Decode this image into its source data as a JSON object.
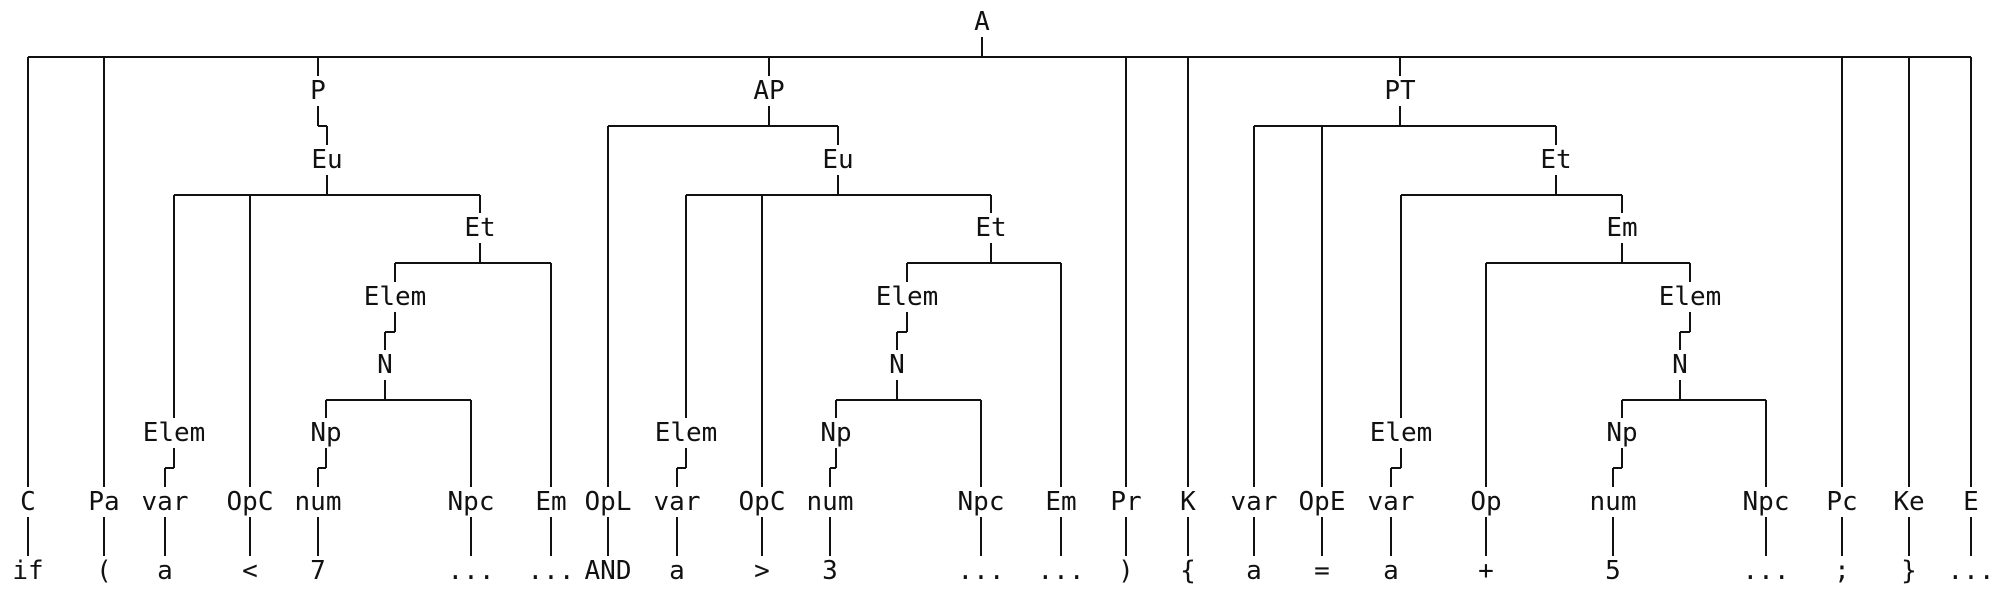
{
  "diagram": {
    "nodes": [
      {
        "id": "A",
        "label": "A"
      },
      {
        "id": "C",
        "label": "C",
        "parent": "A"
      },
      {
        "id": "Pa",
        "label": "Pa",
        "parent": "A"
      },
      {
        "id": "P",
        "label": "P",
        "parent": "A"
      },
      {
        "id": "AP",
        "label": "AP",
        "parent": "A"
      },
      {
        "id": "Pr",
        "label": "Pr",
        "parent": "A"
      },
      {
        "id": "K",
        "label": "K",
        "parent": "A"
      },
      {
        "id": "PT",
        "label": "PT",
        "parent": "A"
      },
      {
        "id": "Pc",
        "label": "Pc",
        "parent": "A"
      },
      {
        "id": "Ke",
        "label": "Ke",
        "parent": "A"
      },
      {
        "id": "E",
        "label": "E",
        "parent": "A"
      },
      {
        "id": "P_Eu",
        "label": "Eu",
        "parent": "P"
      },
      {
        "id": "P_Elem1",
        "label": "Elem",
        "parent": "P_Eu"
      },
      {
        "id": "P_OpC",
        "label": "OpC",
        "parent": "P_Eu"
      },
      {
        "id": "P_Et",
        "label": "Et",
        "parent": "P_Eu"
      },
      {
        "id": "P_var",
        "label": "var",
        "parent": "P_Elem1"
      },
      {
        "id": "P_Elem2",
        "label": "Elem",
        "parent": "P_Et"
      },
      {
        "id": "P_Em",
        "label": "Em",
        "parent": "P_Et"
      },
      {
        "id": "P_N",
        "label": "N",
        "parent": "P_Elem2"
      },
      {
        "id": "P_Np",
        "label": "Np",
        "parent": "P_N"
      },
      {
        "id": "P_Npc",
        "label": "Npc",
        "parent": "P_N"
      },
      {
        "id": "P_num",
        "label": "num",
        "parent": "P_Np"
      },
      {
        "id": "AP_OpL",
        "label": "OpL",
        "parent": "AP"
      },
      {
        "id": "AP_Eu",
        "label": "Eu",
        "parent": "AP"
      },
      {
        "id": "AP_Elem1",
        "label": "Elem",
        "parent": "AP_Eu"
      },
      {
        "id": "AP_OpC",
        "label": "OpC",
        "parent": "AP_Eu"
      },
      {
        "id": "AP_Et",
        "label": "Et",
        "parent": "AP_Eu"
      },
      {
        "id": "AP_var",
        "label": "var",
        "parent": "AP_Elem1"
      },
      {
        "id": "AP_Elem2",
        "label": "Elem",
        "parent": "AP_Et"
      },
      {
        "id": "AP_Em",
        "label": "Em",
        "parent": "AP_Et"
      },
      {
        "id": "AP_N",
        "label": "N",
        "parent": "AP_Elem2"
      },
      {
        "id": "AP_Np",
        "label": "Np",
        "parent": "AP_N"
      },
      {
        "id": "AP_Npc",
        "label": "Npc",
        "parent": "AP_N"
      },
      {
        "id": "AP_num",
        "label": "num",
        "parent": "AP_Np"
      },
      {
        "id": "PT_var1",
        "label": "var",
        "parent": "PT"
      },
      {
        "id": "PT_OpE",
        "label": "OpE",
        "parent": "PT"
      },
      {
        "id": "PT_Et",
        "label": "Et",
        "parent": "PT"
      },
      {
        "id": "PT_Elem1",
        "label": "Elem",
        "parent": "PT_Et"
      },
      {
        "id": "PT_Em",
        "label": "Em",
        "parent": "PT_Et"
      },
      {
        "id": "PT_var2",
        "label": "var",
        "parent": "PT_Elem1"
      },
      {
        "id": "PT_Op",
        "label": "Op",
        "parent": "PT_Em"
      },
      {
        "id": "PT_Elem2",
        "label": "Elem",
        "parent": "PT_Em"
      },
      {
        "id": "PT_N",
        "label": "N",
        "parent": "PT_Elem2"
      },
      {
        "id": "PT_Np",
        "label": "Np",
        "parent": "PT_N"
      },
      {
        "id": "PT_Npc",
        "label": "Npc",
        "parent": "PT_N"
      },
      {
        "id": "PT_num",
        "label": "num",
        "parent": "PT_Np"
      }
    ],
    "tokens": [
      {
        "leaf": "C",
        "text": "if"
      },
      {
        "leaf": "Pa",
        "text": "("
      },
      {
        "leaf": "P_var",
        "text": "a"
      },
      {
        "leaf": "P_OpC",
        "text": "<"
      },
      {
        "leaf": "P_num",
        "text": "7"
      },
      {
        "leaf": "P_Npc",
        "text": "..."
      },
      {
        "leaf": "P_Em",
        "text": "..."
      },
      {
        "leaf": "AP_OpL",
        "text": "AND"
      },
      {
        "leaf": "AP_var",
        "text": "a"
      },
      {
        "leaf": "AP_OpC",
        "text": ">"
      },
      {
        "leaf": "AP_num",
        "text": "3"
      },
      {
        "leaf": "AP_Npc",
        "text": "..."
      },
      {
        "leaf": "AP_Em",
        "text": "..."
      },
      {
        "leaf": "Pr",
        "text": ")"
      },
      {
        "leaf": "K",
        "text": "{"
      },
      {
        "leaf": "PT_var1",
        "text": "a"
      },
      {
        "leaf": "PT_OpE",
        "text": "="
      },
      {
        "leaf": "PT_var2",
        "text": "a"
      },
      {
        "leaf": "PT_Op",
        "text": "+"
      },
      {
        "leaf": "PT_num",
        "text": "5"
      },
      {
        "leaf": "PT_Npc",
        "text": "..."
      },
      {
        "leaf": "Pc",
        "text": ";"
      },
      {
        "leaf": "Ke",
        "text": "}"
      },
      {
        "leaf": "E",
        "text": "..."
      }
    ]
  }
}
